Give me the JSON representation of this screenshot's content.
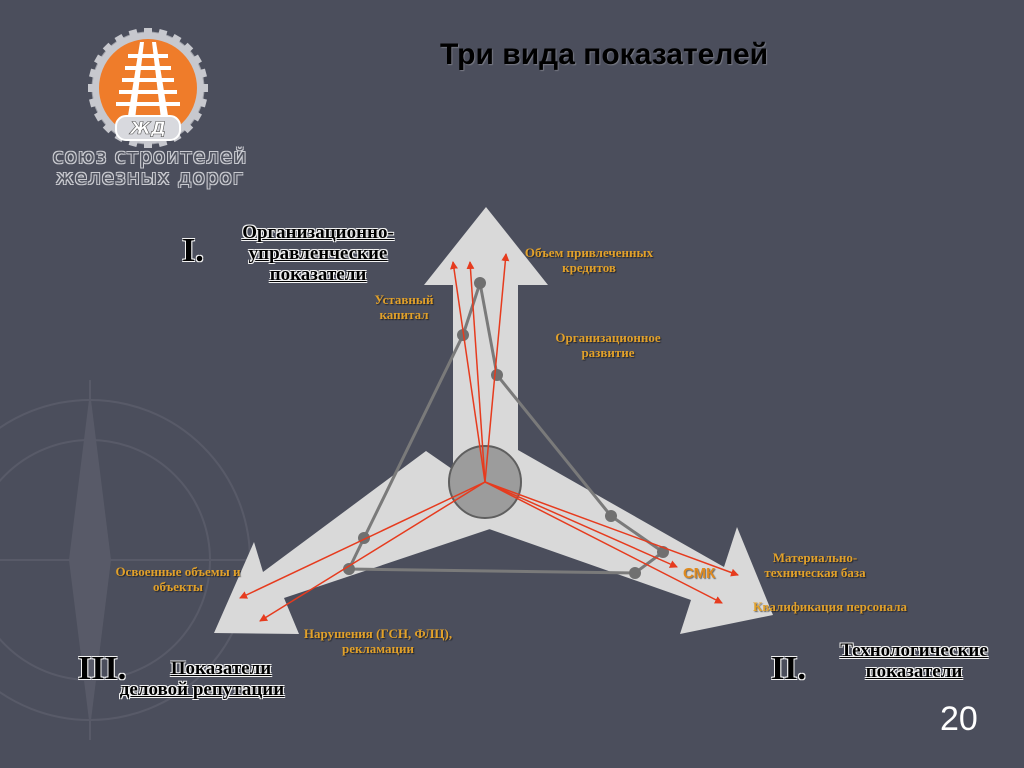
{
  "slide": {
    "title": "Три вида показателей",
    "page_number": "20"
  },
  "logo": {
    "line1": "союз строителей",
    "line2": "железных дорог",
    "emblem_text": "ЖД",
    "brand_color": "#ef7c2a"
  },
  "groups": [
    {
      "numeral": "I.",
      "label": [
        "Организационно-",
        "управленческие",
        "показатели"
      ]
    },
    {
      "numeral": "II.",
      "label": [
        "Технологические",
        "показатели"
      ]
    },
    {
      "numeral": "III.",
      "label": [
        "Показатели",
        "деловой репутации"
      ]
    }
  ],
  "indicators": {
    "credits": [
      "Объем привлеченных",
      "кредитов"
    ],
    "capital": [
      "Уставный",
      "капитал"
    ],
    "org_development": [
      "Организационное",
      "развитие"
    ],
    "material_base": [
      "Материально-",
      "техническая база"
    ],
    "smk": "СМК",
    "qualification": [
      "Квалификация персонала"
    ],
    "mastered_volumes": [
      "Освоенные объемы и",
      "объекты"
    ],
    "violations": [
      "Нарушения (ГСН, ФЛЦ),",
      "рекламации"
    ]
  },
  "colors": {
    "background": "#4b4e5c",
    "arrow_fill": "#d9d9d9",
    "vector_lines": "#e63b1e",
    "profile_lines": "#7a7a7a",
    "label_text": "#e2a12a"
  }
}
